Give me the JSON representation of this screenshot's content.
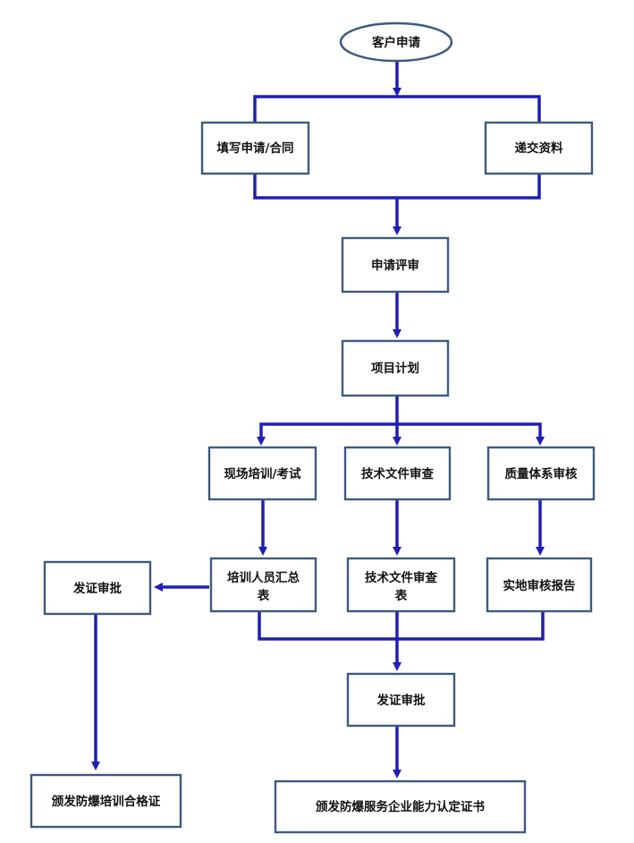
{
  "nodes": {
    "customer_apply": "客户申请",
    "fill_form": "填写申请/合同",
    "submit_docs": "递交资料",
    "review": "申请评审",
    "project_plan": "项目计划",
    "onsite_training": "现场培训/考试",
    "tech_doc_review": "技术文件审查",
    "quality_audit": "质量体系审核",
    "trainee_summary": [
      "培训人员汇总",
      "表"
    ],
    "tech_doc_review_table": [
      "技术文件审查",
      "表"
    ],
    "site_audit_report": "实地审核报告",
    "cert_approval_left": "发证审批",
    "cert_approval_center": "发证审批",
    "issue_training_cert": "颁发防爆培训合格证",
    "issue_capability_cert": "颁发防爆服务企业能力认定证书"
  },
  "colors": {
    "connector": "#1f1fb4",
    "box_border": "#3d5a80",
    "text": "#111111"
  }
}
